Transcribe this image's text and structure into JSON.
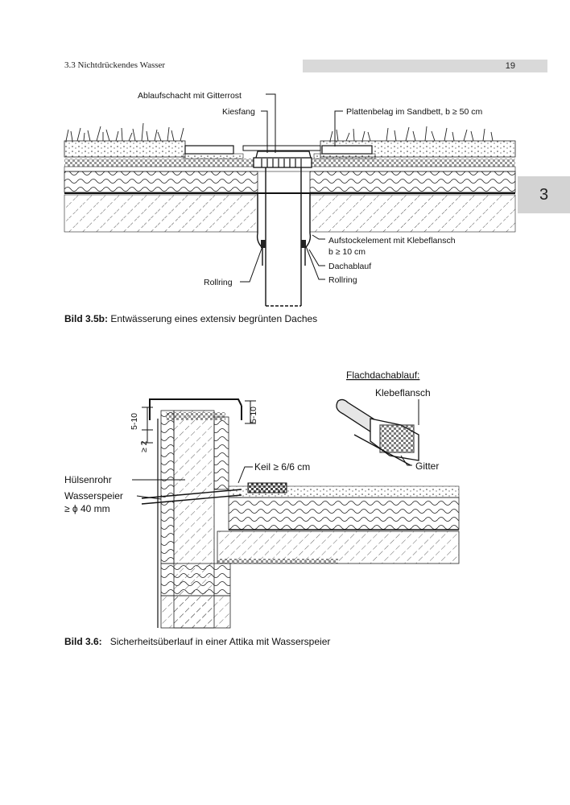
{
  "header": {
    "section_title": "3.3 Nichtdrückendes Wasser",
    "page_number": "19"
  },
  "chapter_tab": "3",
  "figure_1": {
    "labels": {
      "ablaufschacht": "Ablaufschacht mit Gitterrost",
      "kiesfang": "Kiesfang",
      "plattenbelag": "Plattenbelag im Sandbett, b ≥ 50 cm",
      "aufstockelement": "Aufstockelement mit Klebeflansch",
      "aufstockelement_b": "b ≥ 10 cm",
      "dachablauf": "Dachablauf",
      "rollring_left": "Rollring",
      "rollring_right": "Rollring"
    },
    "caption_label": "Bild 3.5b:",
    "caption_text": " Entwässerung eines extensiv begrünten Daches"
  },
  "figure_2": {
    "labels": {
      "flachdachablauf": "Flachdachablauf:",
      "klebeflansch": "Klebeflansch",
      "gitter": "Gitter",
      "keil": "Keil ≥ 6/6 cm",
      "huelsenrohr": "Hülsenrohr",
      "wasserspeier": "Wasserspeier",
      "wasserspeier_d": "≥ ϕ 40 mm",
      "dim_5_10_left": "5-10",
      "dim_2": "≥ 2",
      "dim_5_10_right": "5-10"
    },
    "caption_label": "Bild 3.6:",
    "caption_text": "   Sicherheitsüberlauf in einer Attika mit Wasserspeier"
  }
}
